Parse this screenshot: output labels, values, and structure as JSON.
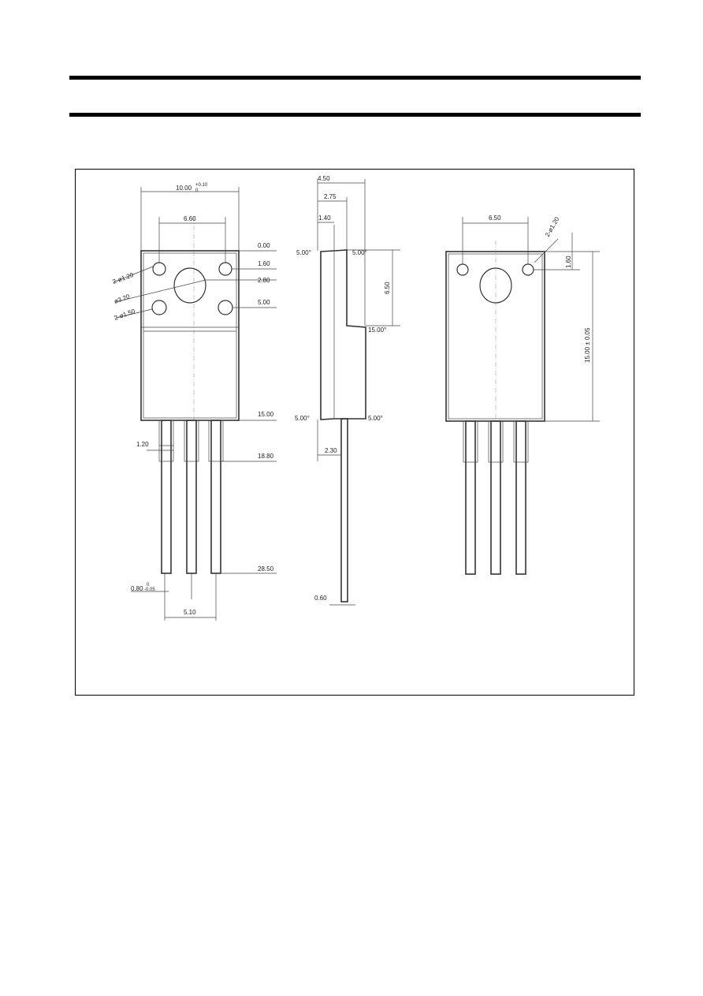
{
  "header": {
    "top_rule": "",
    "bottom_rule": ""
  },
  "front_view": {
    "width": "10.00",
    "width_tol_upper": "+0.10",
    "width_tol_lower": "0",
    "hole_spacing": "6.60",
    "dim_0": "0.00",
    "dim_1": "1.60",
    "dim_2": "2.80",
    "dim_3": "5.00",
    "dim_4": "15.00",
    "dim_5": "18.80",
    "dim_6": "28.50",
    "small_holes_top": "2-ø1.20",
    "center_hole": "ø3.20",
    "small_holes_bottom": "2-ø1.50",
    "lead_width": "1.20",
    "lead_thickness": "0.80",
    "lead_thickness_tol_upper": "0",
    "lead_thickness_tol_lower": "-0.05",
    "lead_pitch": "5.10"
  },
  "side_view": {
    "thickness": "4.50",
    "step": "2.75",
    "flange": "1.40",
    "angle_1": "5.00°",
    "angle_2": "5.00°",
    "height": "6.50",
    "angle_3": "15.00°",
    "angle_4": "5.00°",
    "angle_5": "5.00°",
    "lead_offset": "2.30",
    "lead_thick": "0.60"
  },
  "back_view": {
    "hole_spacing": "6.50",
    "holes": "2-ø1.20",
    "hole_offset": "1.60",
    "body_height": "15.00 ± 0.05"
  }
}
